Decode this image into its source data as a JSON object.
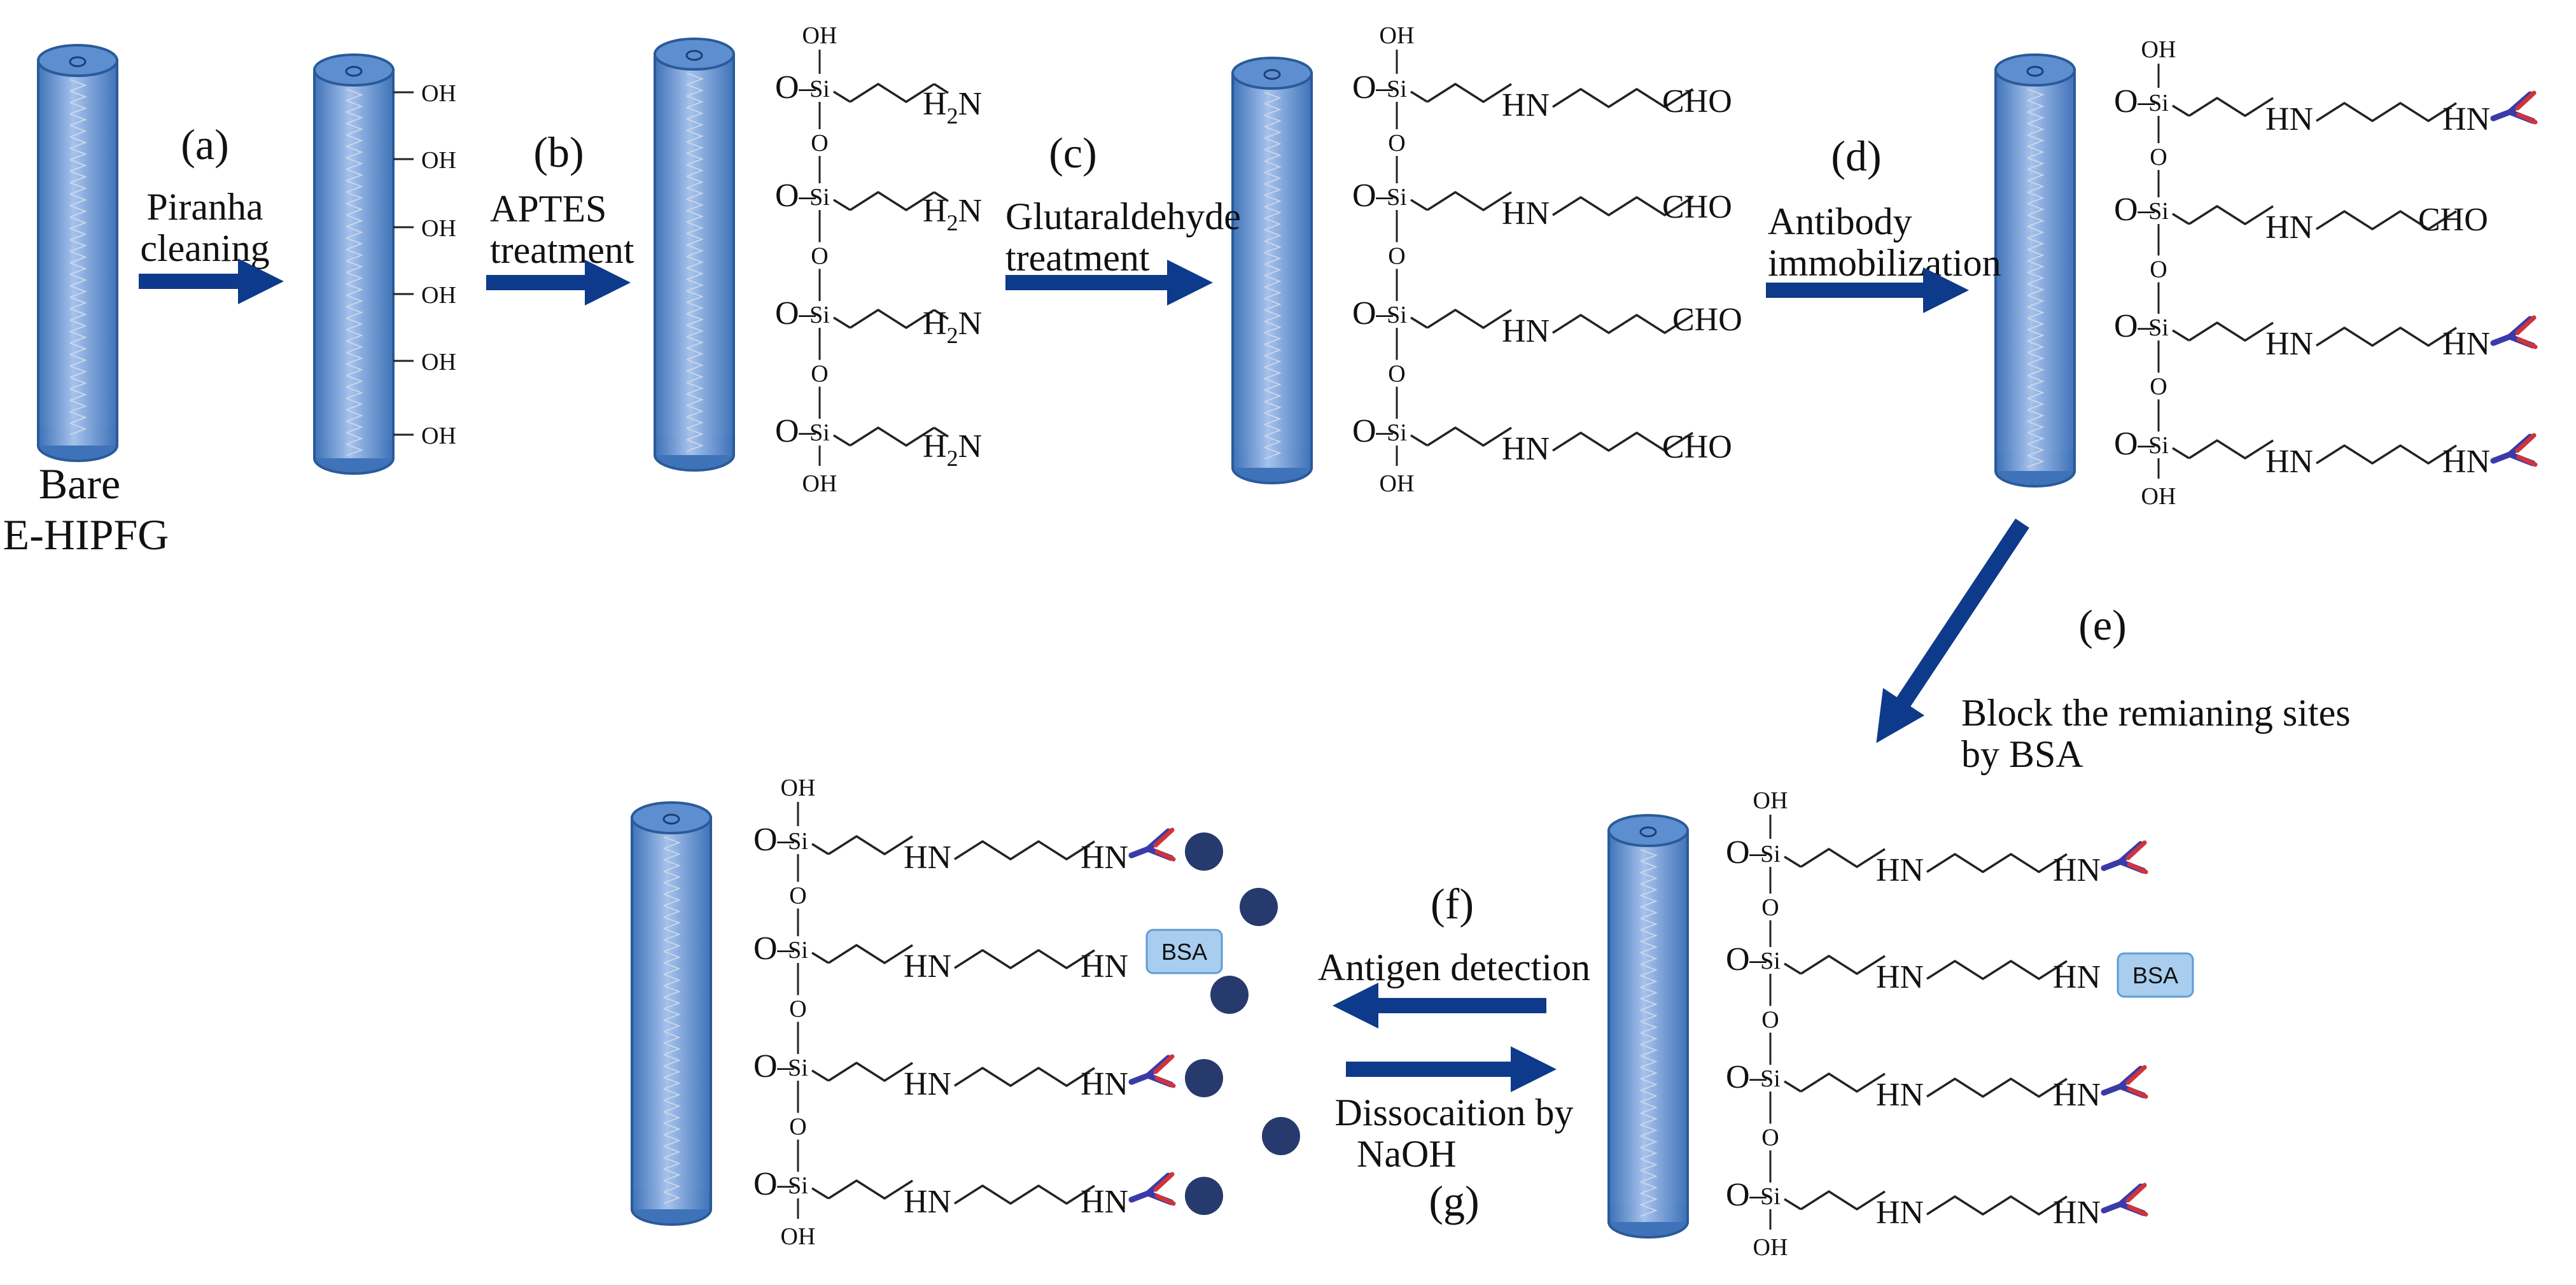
{
  "start_label": [
    "Bare",
    "E-HIPFG"
  ],
  "steps": [
    {
      "letter": "(a)",
      "lines": [
        "Piranha",
        "cleaning"
      ]
    },
    {
      "letter": "(b)",
      "lines": [
        "APTES",
        "treatment"
      ]
    },
    {
      "letter": "(c)",
      "lines": [
        "Glutaraldehyde",
        "treatment"
      ]
    },
    {
      "letter": "(d)",
      "lines": [
        "Antibody",
        "immobilization"
      ]
    },
    {
      "letter": "(e)",
      "lines": [
        "Block the remianing sites",
        "by BSA"
      ]
    },
    {
      "letter": "(f)",
      "lines": [
        "Antigen detection"
      ]
    },
    {
      "letter": "(g)",
      "lines": [
        "Dissocaition by",
        "NaOH"
      ]
    }
  ],
  "chem": {
    "oh": "OH",
    "o": "O",
    "si": "Si",
    "o_dash": "O–",
    "h2n_main": "H",
    "h2n_sub": "2",
    "h2n_tail": "N",
    "hn": "HN",
    "cho": "CHO",
    "bsa": "BSA"
  },
  "colors": {
    "fiber_edge": "#2a5a9a",
    "fiber_light": "#a6c2ec",
    "fiber_dark": "#3f73b9",
    "arrow": "#0d3a8a",
    "antibody_blue": "#3a3aa8",
    "antibody_red": "#d0343a",
    "antigen": "#263a6e",
    "bsa_fill": "#a8cdee",
    "bsa_edge": "#5f9dd6"
  }
}
